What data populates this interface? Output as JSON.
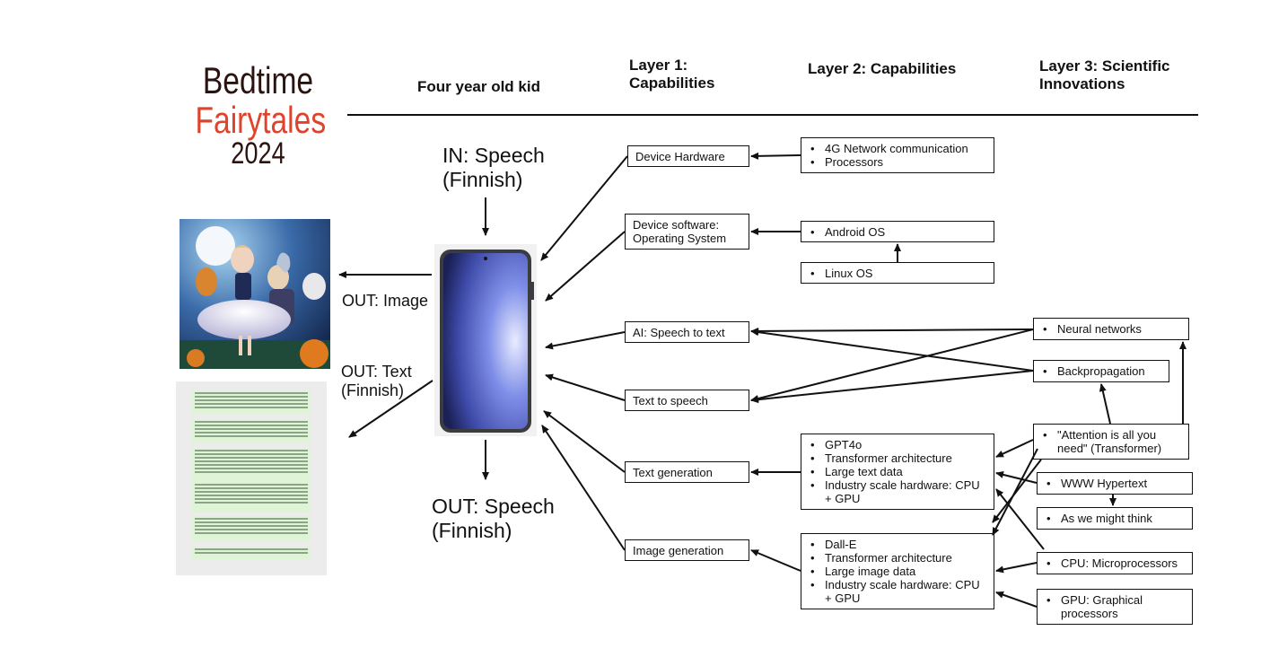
{
  "brand": {
    "line1": "Bedtime",
    "line2": "Fairytales",
    "line3": "2024"
  },
  "headers": {
    "kid": "Four year old kid",
    "layer1_a": "Layer 1:",
    "layer1_b": "Capabilities",
    "layer2": "Layer 2: Capabilities",
    "layer3_a": "Layer 3: Scientific",
    "layer3_b": "Innovations"
  },
  "io": {
    "in_a": "IN: Speech",
    "in_b": "(Finnish)",
    "out_image": "OUT: Image",
    "out_text_a": "OUT: Text",
    "out_text_b": "(Finnish)",
    "out_speech_a": "OUT: Speech",
    "out_speech_b": "(Finnish)"
  },
  "layer1": {
    "device_hardware": "Device Hardware",
    "device_software_a": "Device software:",
    "device_software_b": "Operating System",
    "ai_stt": "AI: Speech to text",
    "tts": "Text to speech",
    "text_gen": "Text generation",
    "image_gen": "Image generation"
  },
  "layer2": {
    "hardware": [
      "4G Network communication",
      "Processors"
    ],
    "android": "Android OS",
    "linux": "Linux OS",
    "gpt": [
      "GPT4o",
      "Transformer architecture",
      "Large text data",
      "Industry scale hardware: CPU + GPU"
    ],
    "dalle": [
      "Dall-E",
      "Transformer architecture",
      "Large image data",
      "Industry scale hardware: CPU + GPU"
    ]
  },
  "layer3": {
    "neural": "Neural networks",
    "backprop": "Backpropagation",
    "attention": "\"Attention is all you need\" (Transformer)",
    "www": "WWW Hypertext",
    "aswe": "As we might think",
    "cpu": "CPU: Microprocessors",
    "gpu": "GPU: Graphical processors"
  },
  "colors": {
    "accent": "#e0432b",
    "dark": "#2b1410",
    "line": "#111111"
  },
  "icons": [
    "smartphone-icon",
    "fairytale-illustration",
    "story-text-page"
  ]
}
